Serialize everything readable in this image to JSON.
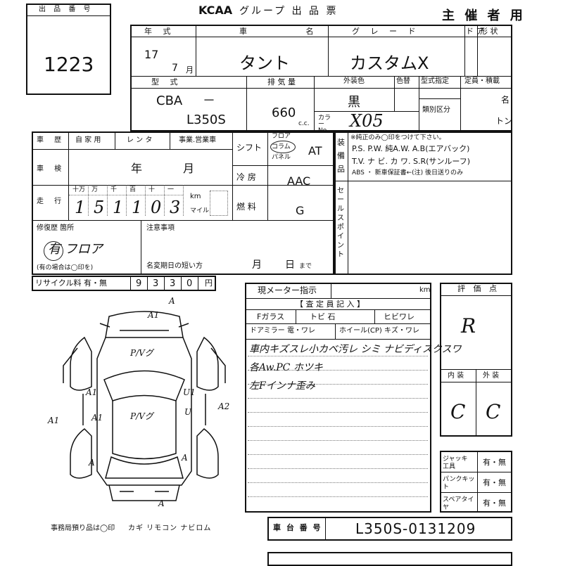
{
  "logo": "KCAA",
  "header": {
    "title": "グループ 出 品 票",
    "organizer": "主 催 者 用"
  },
  "lot": {
    "label": "出 品 番 号",
    "number": "1223"
  },
  "vehicle": {
    "year_label": "年 式",
    "year": "17",
    "month": "7",
    "month_unit": "月",
    "name_label": "車 名",
    "name": "タント",
    "grade_label": "グ レ ー ド",
    "grade": "カスタムX",
    "door_label": "ド ア",
    "shape_label": "形 状",
    "model_label": "型 式",
    "model_prefix": "CBA",
    "model_dash": "－",
    "model": "L350S",
    "disp_label": "排 気 量",
    "displacement": "660",
    "cc": "c.c.",
    "color_label": "外装色",
    "color": "黒",
    "color_no_label": "カラー No.",
    "color_no": "X05",
    "paint_label": "色替",
    "type_desig_label": "型式指定",
    "class_label": "類別区分",
    "capacity_label": "定員・積載",
    "person_unit": "名",
    "ton_unit": "トン"
  },
  "history": {
    "label": "車 歴",
    "private": "自 家 用",
    "rental": "レ ン タ",
    "business": "事業.営業車",
    "inspection_label": "車 検",
    "year_unit": "年",
    "month_unit": "月",
    "mileage_label": "走 行",
    "digits": [
      "十万",
      "万",
      "千",
      "百",
      "十",
      "一"
    ],
    "mileage": [
      "1",
      "5",
      "1",
      "1",
      "0",
      "3"
    ],
    "km": "km",
    "mile": "マイル",
    "shift_label": "シフト",
    "shift_floor": "フロア",
    "shift_col": "コラム",
    "shift_panel": "パネル",
    "shift": "AT",
    "ac_label": "冷 房",
    "ac": "AAC",
    "fuel_label": "燃 料",
    "fuel": "G"
  },
  "equipment": {
    "label": "装 備 品",
    "note": "※純正のみ◯印をつけて下さい。",
    "line1": "P.S. P.W. 純A.W. A.B(エアバック)",
    "line2": "T.V. ナ ビ. カ ワ. S.R(サンルーフ)",
    "line3": "ABS ・ 新車保証書←(注) 後日送りのみ",
    "sales_point_label": "セールスポイント"
  },
  "repair": {
    "label": "修復歴 箇所",
    "value": "有 フロア",
    "note": "(有の場合は◯印を)"
  },
  "notes": {
    "label": "注意事項",
    "reg_label": "名変期日の短い方",
    "month": "月",
    "day": "日",
    "until": "まで"
  },
  "recycle": {
    "label": "リサイクル料 有・無",
    "digits": [
      "9",
      "3",
      "3",
      "0"
    ],
    "unit": "円"
  },
  "meter": {
    "label": "現メーター指示",
    "unit": "km"
  },
  "inspector": {
    "label": "【 査 定 員 記 入 】",
    "glass": "Fガラス",
    "tobi": "トビ 石",
    "crack": "ヒビワレ",
    "mirror": "ドアミラー 電・ワレ",
    "wheel": "ホイール(CP) キズ・ワレ",
    "comments": [
      "車内キズスレ小カベ汚レ シミ ナビディスクスワ",
      "各Aw.PC ホツキ",
      "左Fインナ歪み"
    ]
  },
  "grade_eval": {
    "label": "評 価 点",
    "value": "R",
    "interior_label": "内 装",
    "exterior_label": "外 装",
    "interior": "C",
    "exterior": "C"
  },
  "tools": [
    {
      "label": "ジャッキ 工具",
      "value": "有・無"
    },
    {
      "label": "パンクキット",
      "value": "有・無"
    },
    {
      "label": "スペアタイヤ",
      "value": "有・無"
    }
  ],
  "diagram": {
    "marks": [
      "A",
      "A1",
      "P/Vグ",
      "P/Vグ",
      "A1",
      "A1",
      "U1",
      "A2",
      "A1",
      "U",
      "A",
      "A",
      "A"
    ]
  },
  "bottom": {
    "office_note": "事務局預り品は◯印",
    "items": "カギ リモコン ナビロム",
    "chassis_label": "車 台 番 号",
    "chassis": "L350S-0131209"
  }
}
